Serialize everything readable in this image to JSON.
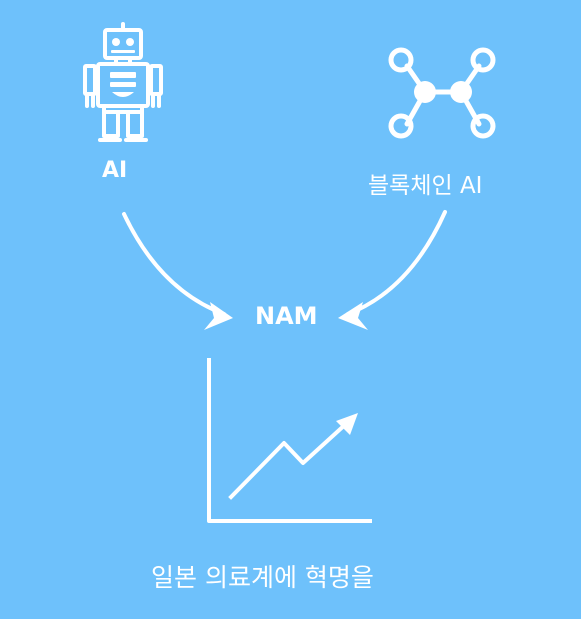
{
  "colors": {
    "background": "#6ec1fb",
    "foreground": "#ffffff"
  },
  "icons": {
    "left": "robot-icon",
    "right": "network-nodes-icon",
    "bottom": "line-chart-up-icon"
  },
  "labels": {
    "ai": "AI",
    "blockchain_ai": "블록체인 AI",
    "nam": "NAM",
    "bottom": "일본 의료계에 혁명을"
  }
}
